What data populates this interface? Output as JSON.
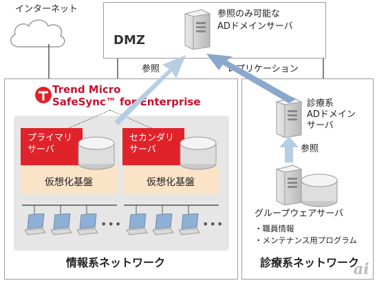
{
  "internet": {
    "label": "インターネット"
  },
  "dmz": {
    "label": "DMZ",
    "ad_server_label": "参照のみ可能な\nADドメインサーバ"
  },
  "arrows": {
    "ref_left": "参照",
    "replication": "レプリケーション",
    "ref_diag": "参照"
  },
  "brand": {
    "name": "Trend Micro\nSafeSync™ for Enterprise"
  },
  "primary": {
    "label": "プライマリ\nサーバ",
    "virt": "仮想化基盤"
  },
  "secondary": {
    "label": "セカンダリ\nサーバ",
    "virt": "仮想化基盤"
  },
  "diag_ad": {
    "label": "診療系\nADドメイン\nサーバ"
  },
  "groupware": {
    "label": "グループウェアサーバ",
    "items": "・職員情報\n・メンテナンス用プログラム"
  },
  "networks": {
    "info": "情報系ネットワーク",
    "diag": "診療系ネットワーク"
  },
  "logo": {
    "text": "ai"
  },
  "colors": {
    "accent_red": "#e0232b",
    "virt_bg": "#fbe3c8",
    "arrow_blue": "#b7cde4"
  }
}
